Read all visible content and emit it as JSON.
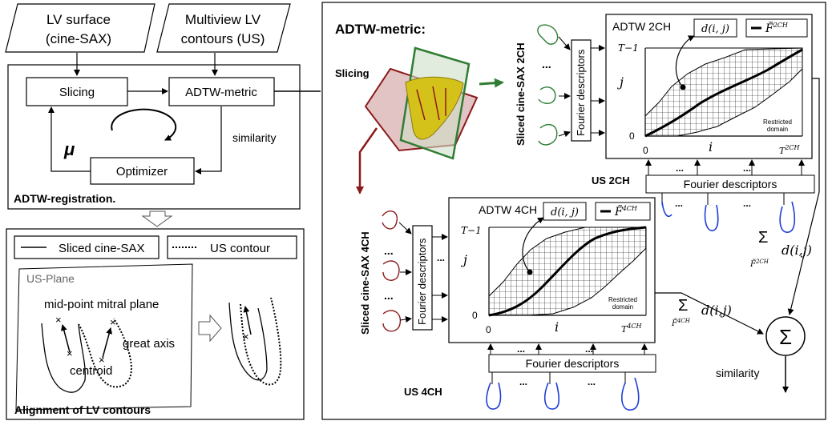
{
  "left": {
    "input_lv_surface": [
      "LV surface",
      "(cine-SAX)"
    ],
    "input_multiview": [
      "Multiview  LV",
      "contours (US)"
    ],
    "slicing": "Slicing",
    "adtw_metric": "ADTW-metric",
    "mu": "μ",
    "similarity": "similarity",
    "optimizer": "Optimizer",
    "registration_caption": "ADTW-registration.",
    "legend_sliced": "Sliced cine-SAX",
    "legend_us": "US contour",
    "us_plane": "US-Plane",
    "mid_point": "mid-point mitral plane",
    "great_axis": "great axis",
    "centroid": "centroid",
    "alignment_caption": "Alignment of LV contours"
  },
  "right": {
    "title": "ADTW-metric:",
    "slicing": "Slicing",
    "sliced_2ch": "Sliced cine-SAX 2CH",
    "sliced_4ch": "Sliced cine-SAX 4CH",
    "fourier": "Fourier descriptors",
    "adtw_2ch": "ADTW 2CH",
    "adtw_4ch": "ADTW 4CH",
    "dij": "d(i, j)",
    "f2ch": "F̃",
    "f2ch_sup": "2CH",
    "f4ch": "F̃",
    "f4ch_sup": "4CH",
    "j": "j",
    "i": "i",
    "zero": "0",
    "t_minus_1": "T",
    "t_minus_1_suffix": "−1",
    "t_c2ch_sup": "2CH",
    "t_c4ch_sup": "4CH",
    "restricted": [
      "Restricted",
      "domain"
    ],
    "us_2ch": "US 2CH",
    "us_4ch": "US 4CH",
    "dots": "...",
    "sum_symbol": "Σ",
    "sum_2ch_term": "d(i,j)",
    "sum_2ch_sub": "F̃",
    "sum_2ch_sub_sup": "2CH",
    "sum_4ch_term": "d(i,j)",
    "sum_4ch_sub": "F̃",
    "sum_4ch_sub_sup": "4CH",
    "sum_node": "Σ",
    "similarity": "similarity"
  },
  "colors": {
    "dark_red": "#8b1a1a",
    "green": "#2e7d32",
    "blue": "#1f3fd6",
    "mesh_yellow": "#d4c21a"
  }
}
